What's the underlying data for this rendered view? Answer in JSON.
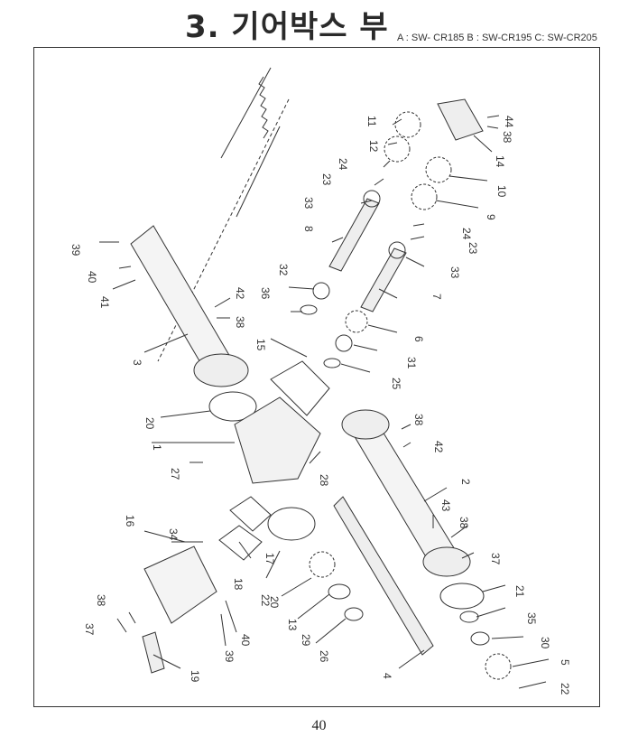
{
  "title": "3. 기어박스 부",
  "models": "A : SW- CR185  B : SW-CR195  C: SW-CR205",
  "page_number": "40",
  "callouts": [
    {
      "id": "c44",
      "text": "44"
    },
    {
      "id": "c38a",
      "text": "38"
    },
    {
      "id": "c14",
      "text": "14"
    },
    {
      "id": "c11",
      "text": "11"
    },
    {
      "id": "c12",
      "text": "12"
    },
    {
      "id": "c24a",
      "text": "24"
    },
    {
      "id": "c23a",
      "text": "23"
    },
    {
      "id": "c33a",
      "text": "33"
    },
    {
      "id": "c10",
      "text": "10"
    },
    {
      "id": "c9",
      "text": "9"
    },
    {
      "id": "c24b",
      "text": "24"
    },
    {
      "id": "c23b",
      "text": "23"
    },
    {
      "id": "c33b",
      "text": "33"
    },
    {
      "id": "c8",
      "text": "8"
    },
    {
      "id": "c7",
      "text": "7"
    },
    {
      "id": "c32",
      "text": "32"
    },
    {
      "id": "c36",
      "text": "36"
    },
    {
      "id": "c6",
      "text": "6"
    },
    {
      "id": "c31",
      "text": "31"
    },
    {
      "id": "c25",
      "text": "25"
    },
    {
      "id": "c15",
      "text": "15"
    },
    {
      "id": "c39a",
      "text": "39"
    },
    {
      "id": "c40a",
      "text": "40"
    },
    {
      "id": "c41",
      "text": "41"
    },
    {
      "id": "c42a",
      "text": "42"
    },
    {
      "id": "c38b",
      "text": "38"
    },
    {
      "id": "c3",
      "text": "3"
    },
    {
      "id": "c20a",
      "text": "20"
    },
    {
      "id": "c1",
      "text": "1"
    },
    {
      "id": "c27",
      "text": "27"
    },
    {
      "id": "c28",
      "text": "28"
    },
    {
      "id": "c38c",
      "text": "38"
    },
    {
      "id": "c42b",
      "text": "42"
    },
    {
      "id": "c2",
      "text": "2"
    },
    {
      "id": "c43",
      "text": "43"
    },
    {
      "id": "c38d",
      "text": "38"
    },
    {
      "id": "c37a",
      "text": "37"
    },
    {
      "id": "c16",
      "text": "16"
    },
    {
      "id": "c34",
      "text": "34"
    },
    {
      "id": "c17",
      "text": "17"
    },
    {
      "id": "c18",
      "text": "18"
    },
    {
      "id": "c20b",
      "text": "20"
    },
    {
      "id": "c22a",
      "text": "22"
    },
    {
      "id": "c13",
      "text": "13"
    },
    {
      "id": "c29",
      "text": "29"
    },
    {
      "id": "c26",
      "text": "26"
    },
    {
      "id": "c21",
      "text": "21"
    },
    {
      "id": "c35",
      "text": "35"
    },
    {
      "id": "c30",
      "text": "30"
    },
    {
      "id": "c5",
      "text": "5"
    },
    {
      "id": "c22b",
      "text": "22"
    },
    {
      "id": "c4",
      "text": "4"
    },
    {
      "id": "c37b",
      "text": "37"
    },
    {
      "id": "c38e",
      "text": "38"
    },
    {
      "id": "c39b",
      "text": "39"
    },
    {
      "id": "c40b",
      "text": "40"
    },
    {
      "id": "c19",
      "text": "19"
    }
  ]
}
